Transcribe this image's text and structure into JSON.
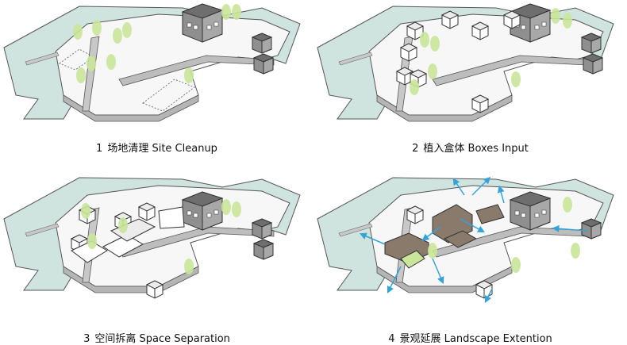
{
  "panels": [
    {
      "number": "1",
      "label": "场地清理 Site Cleanup"
    },
    {
      "number": "2",
      "label": "植入盒体 Boxes Input"
    },
    {
      "number": "3",
      "label": "空间拆离 Space Separation"
    },
    {
      "number": "4",
      "label": "景观延展 Landscape Extention"
    }
  ],
  "colors": {
    "water": "#cfe3df",
    "ground": "#f7f7f7",
    "edge": "#9a9a9a",
    "building": "#7a7a7a",
    "tree": "#c9e69a",
    "box_brown": "#8a7a6c",
    "arrow": "#35a3d8"
  }
}
